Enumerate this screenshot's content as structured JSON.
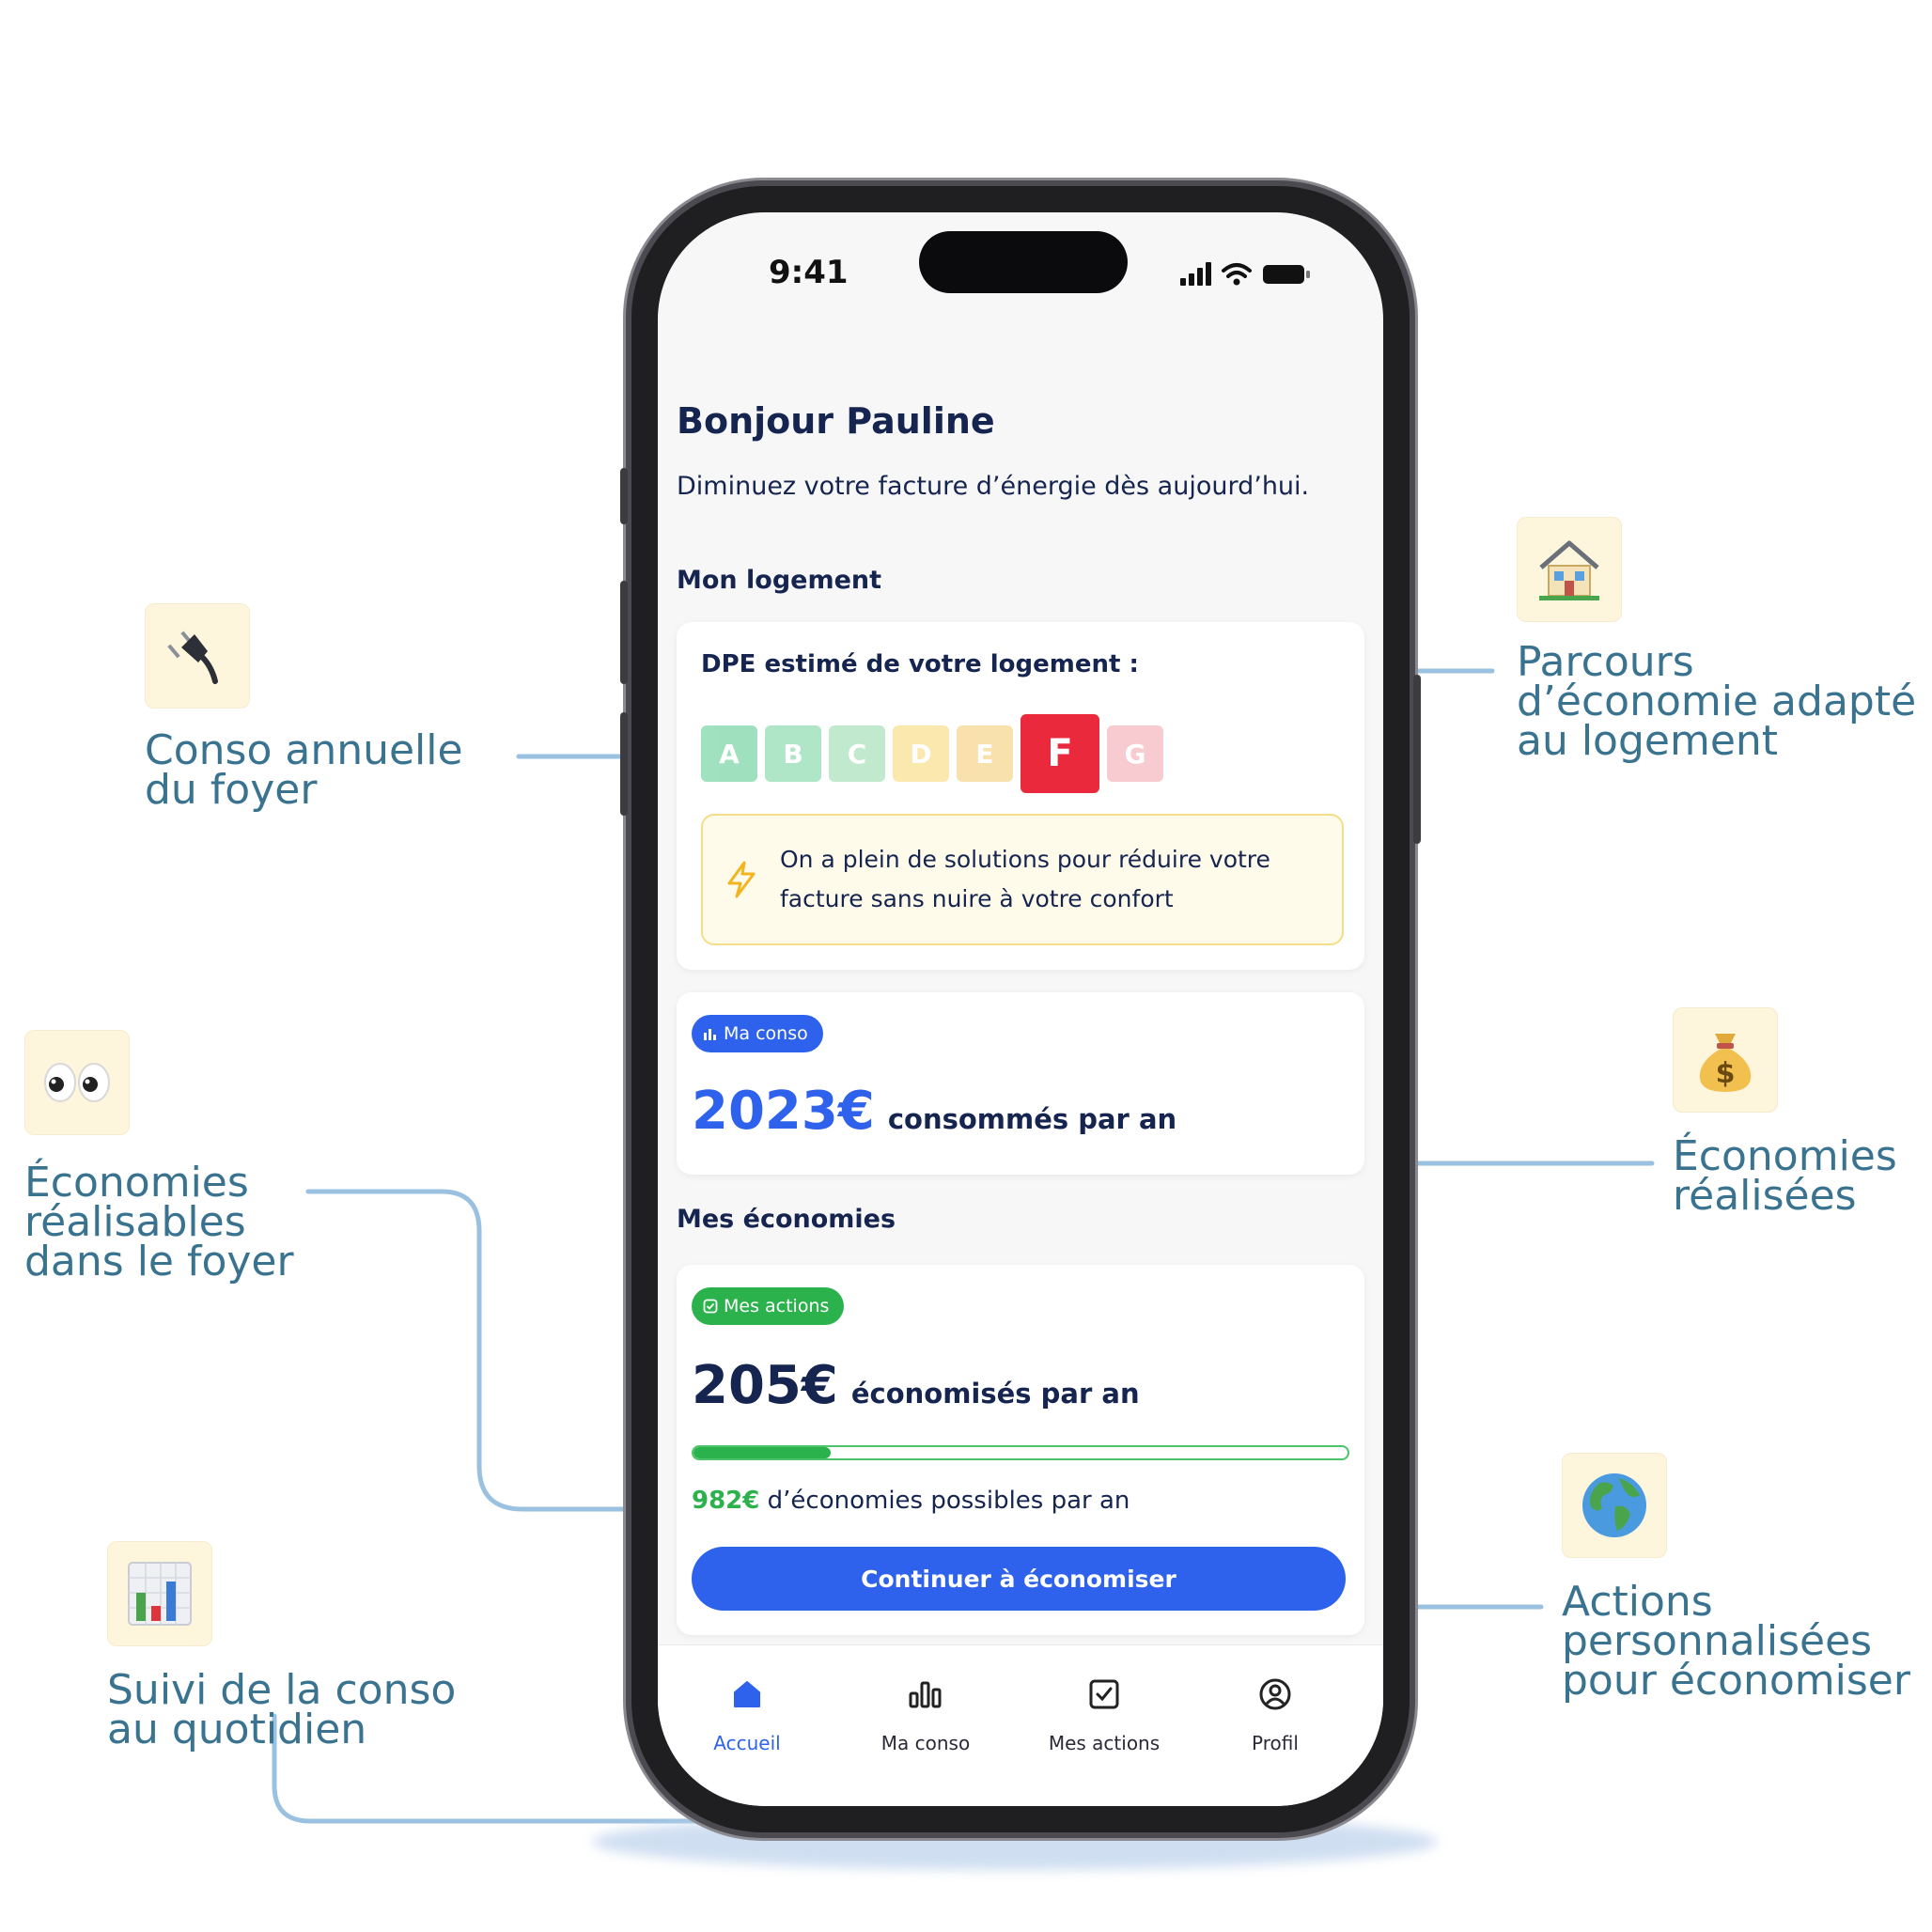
{
  "status_bar": {
    "time": "9:41"
  },
  "home": {
    "greeting": "Bonjour Pauline",
    "subtitle": "Diminuez votre facture d’énergie dès aujourd’hui.",
    "section_logement": "Mon logement",
    "dpe_label": "DPE estimé de votre logement :",
    "dpe_classes": [
      {
        "letter": "A",
        "color": "#52c98a"
      },
      {
        "letter": "B",
        "color": "#6fd39b"
      },
      {
        "letter": "C",
        "color": "#8ed8a5"
      },
      {
        "letter": "D",
        "color": "#f6d66e"
      },
      {
        "letter": "E",
        "color": "#f3c96a"
      },
      {
        "letter": "F",
        "color": "#ea2a3c"
      },
      {
        "letter": "G",
        "color": "#f1a1a8"
      }
    ],
    "dpe_selected": "F",
    "tip_text": "On a plein de solutions pour réduire votre facture sans nuire à votre confort",
    "conso_pill": "Ma conso",
    "conso_value": "2023€",
    "conso_unit": "consommés par an",
    "section_economies": "Mes économies",
    "actions_pill": "Mes actions",
    "saved_value": "205€",
    "saved_unit": "économisés par an",
    "savings_progress": 0.21,
    "possible_amount": "982€",
    "possible_text": "d’économies possibles par an",
    "cta_label": "Continuer à économiser"
  },
  "tabs": [
    {
      "label": "Accueil",
      "icon": "home-icon",
      "active": true
    },
    {
      "label": "Ma conso",
      "icon": "bar-chart-icon",
      "active": false
    },
    {
      "label": "Mes actions",
      "icon": "checkbox-icon",
      "active": false
    },
    {
      "label": "Profil",
      "icon": "user-circle-icon",
      "active": false
    }
  ],
  "annotations": {
    "conso_annuelle": "Conso annuelle\ndu foyer",
    "economies_realisables": "Économies\nréalisables\ndans le foyer",
    "suivi_conso": "Suivi de la conso\nau quotidien",
    "parcours": "Parcours\nd’économie adapté\nau logement",
    "economies_realisees": "Économies\nréalisées",
    "actions_perso": "Actions\npersonnalisées\npour économiser"
  },
  "colors": {
    "accent_blue": "#2f62ec",
    "navy_text": "#152550",
    "green": "#2bb24c",
    "annotation_text": "#3a7390",
    "connector": "#9bc1e0"
  }
}
